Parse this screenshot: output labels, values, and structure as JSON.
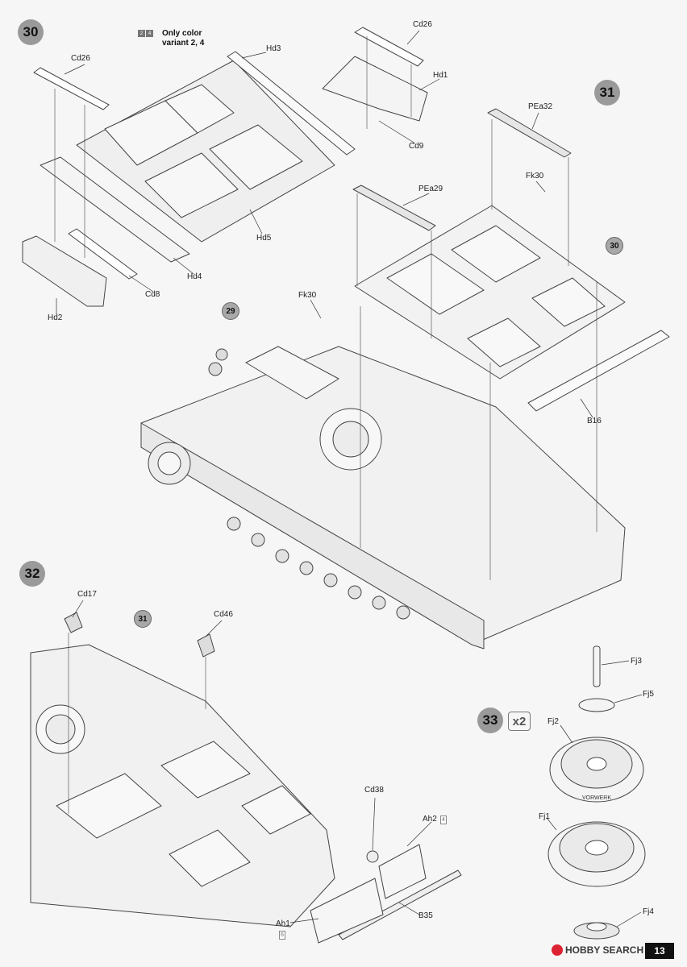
{
  "steps": [
    "30",
    "31",
    "32",
    "33"
  ],
  "step33_multiplier": "x2",
  "note": {
    "line1": "Only color",
    "line2": "variant 2, 4",
    "icon_label": "2 4"
  },
  "references": [
    "29",
    "30",
    "31"
  ],
  "parts": {
    "cd26_top": "Cd26",
    "cd26_left": "Cd26",
    "hd3": "Hd3",
    "hd1": "Hd1",
    "cd9": "Cd9",
    "hd5": "Hd5",
    "hd4": "Hd4",
    "cd8": "Cd8",
    "hd2": "Hd2",
    "pea32": "PEa32",
    "fk30_right": "Fk30",
    "pea29": "PEa29",
    "fk30_left": "Fk30",
    "b16": "B16",
    "cd17": "Cd17",
    "cd46": "Cd46",
    "cd38": "Cd38",
    "ah2": "Ah2",
    "ah1": "Ah1",
    "b35": "B35",
    "fj3": "Fj3",
    "fj5": "Fj5",
    "fj2": "Fj2",
    "fj1": "Fj1",
    "fj4": "Fj4"
  },
  "part_multipliers": {
    "ah2": "4",
    "ah1": "6"
  },
  "wheel_text": "VORWERK",
  "footer": {
    "watermark": "HOBBY SEARCH",
    "page_number": "13"
  }
}
